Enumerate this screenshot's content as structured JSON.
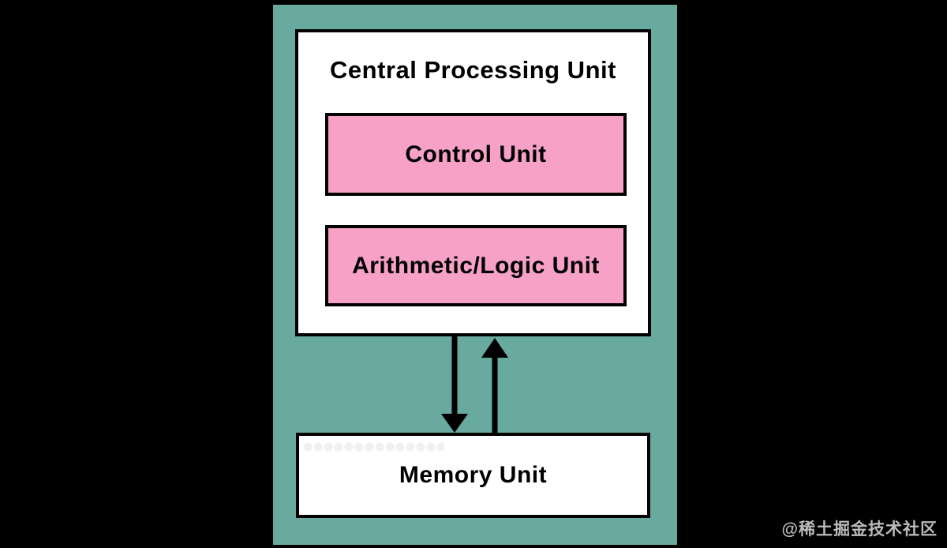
{
  "diagram": {
    "panel_title": "Central Processing Unit",
    "components": {
      "control_unit": {
        "label": "Control Unit"
      },
      "alu": {
        "label": "Arithmetic/Logic Unit"
      },
      "memory_unit": {
        "label": "Memory Unit"
      }
    },
    "connections": [
      {
        "from": "cpu",
        "to": "memory_unit",
        "direction": "down"
      },
      {
        "from": "memory_unit",
        "to": "cpu",
        "direction": "up"
      }
    ],
    "colors": {
      "page_background": "#000000",
      "panel_fill": "#68a9a0",
      "component_fill": "#f7a1c6",
      "box_fill": "#ffffff",
      "border": "#000000"
    },
    "watermark": "@稀土掘金技术社区"
  }
}
